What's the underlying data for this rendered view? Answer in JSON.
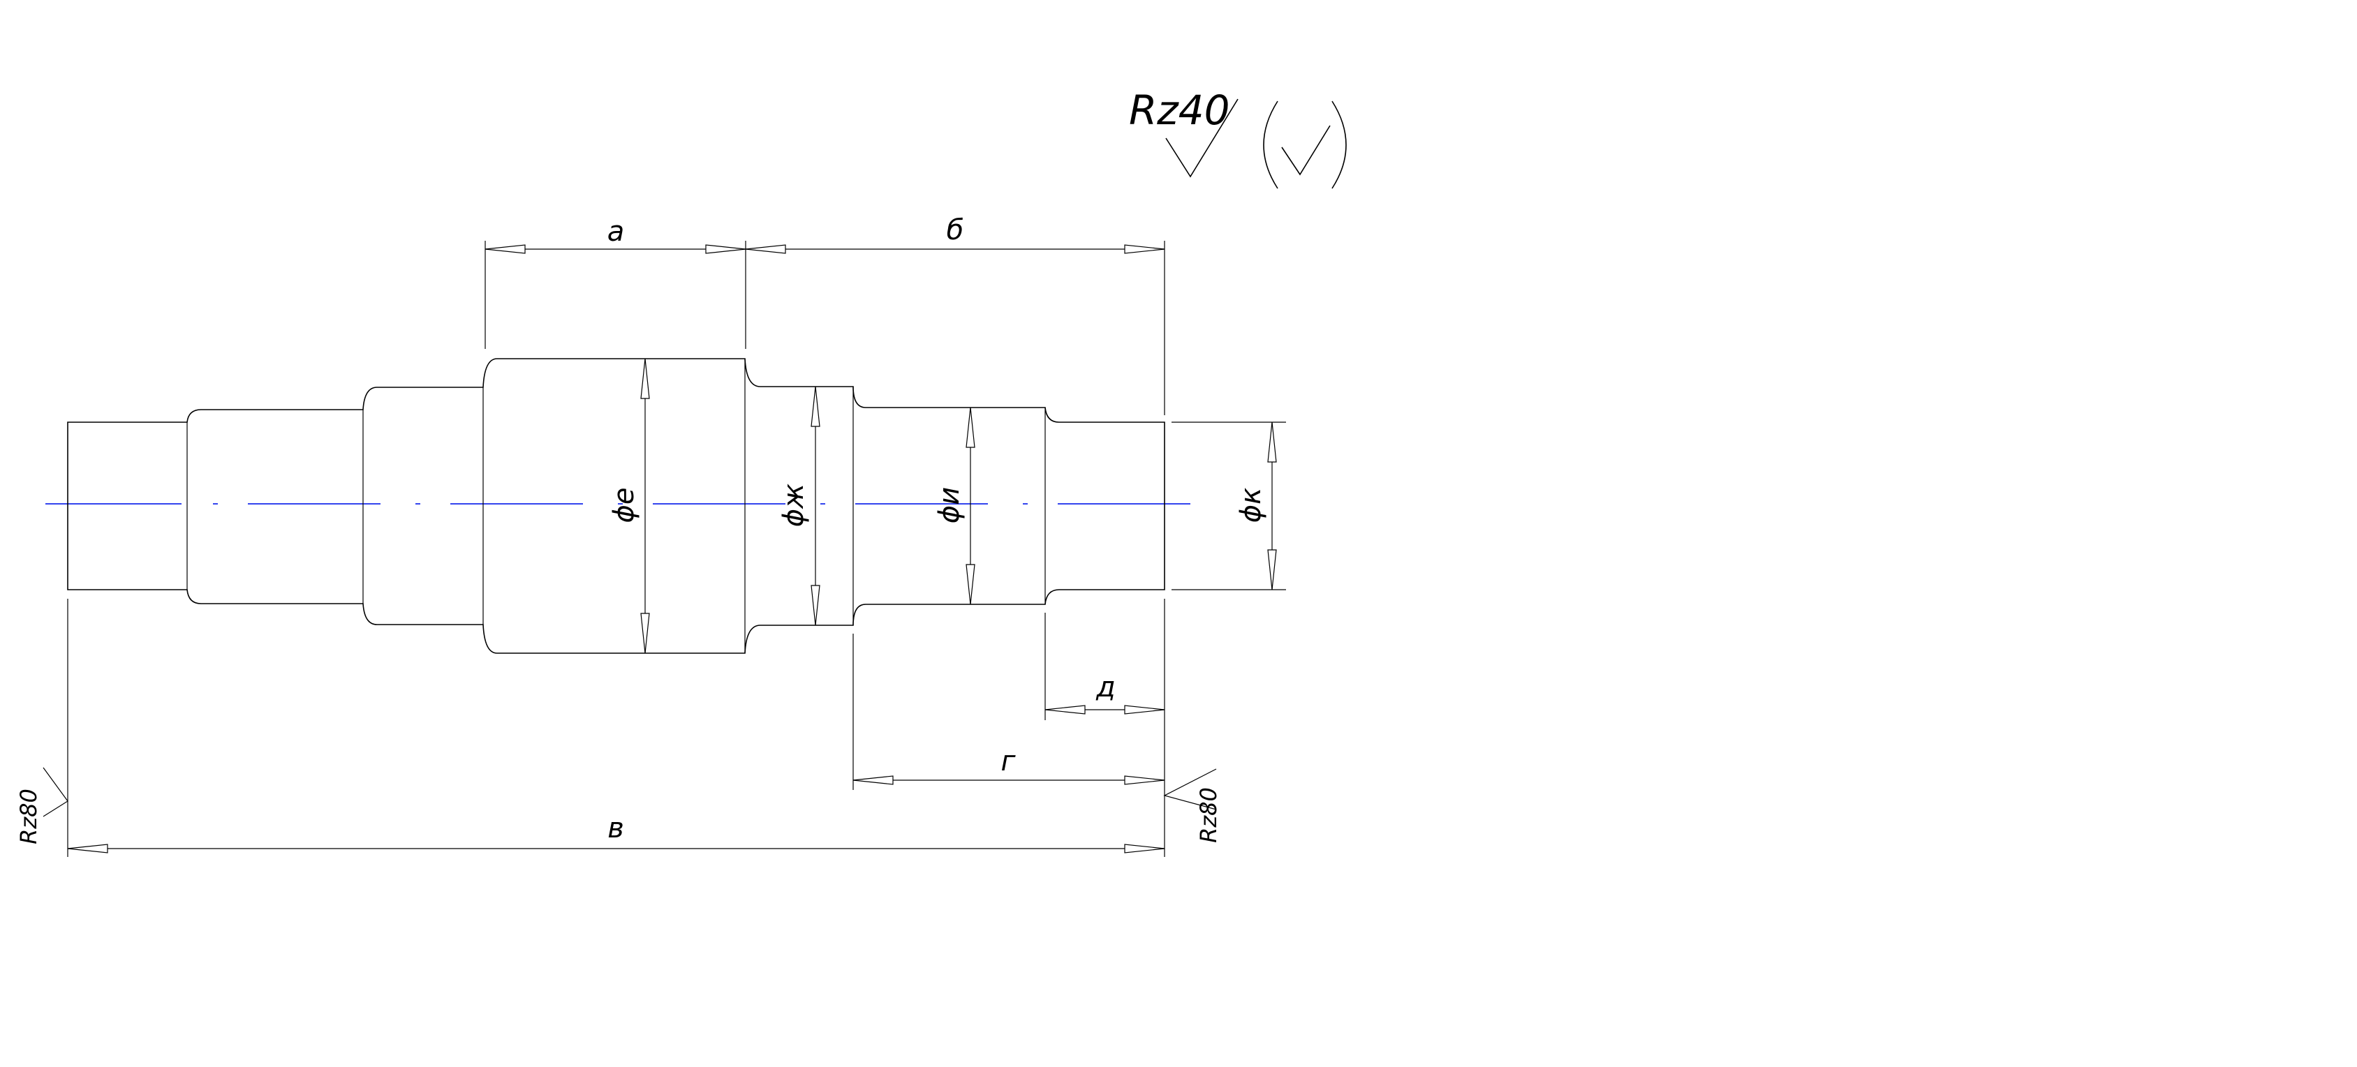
{
  "roughness": {
    "general": "Rz40",
    "left_end": "Rz80",
    "right_end": "Rz80"
  },
  "dimensions": {
    "a": "a",
    "b": "б",
    "v": "в",
    "g": "г",
    "d": "д",
    "e": "ϕе",
    "zh": "ϕж",
    "i": "ϕи",
    "k": "ϕк"
  },
  "colors": {
    "outline": "#000000",
    "axis": "#3344ee",
    "background": "#ffffff"
  }
}
